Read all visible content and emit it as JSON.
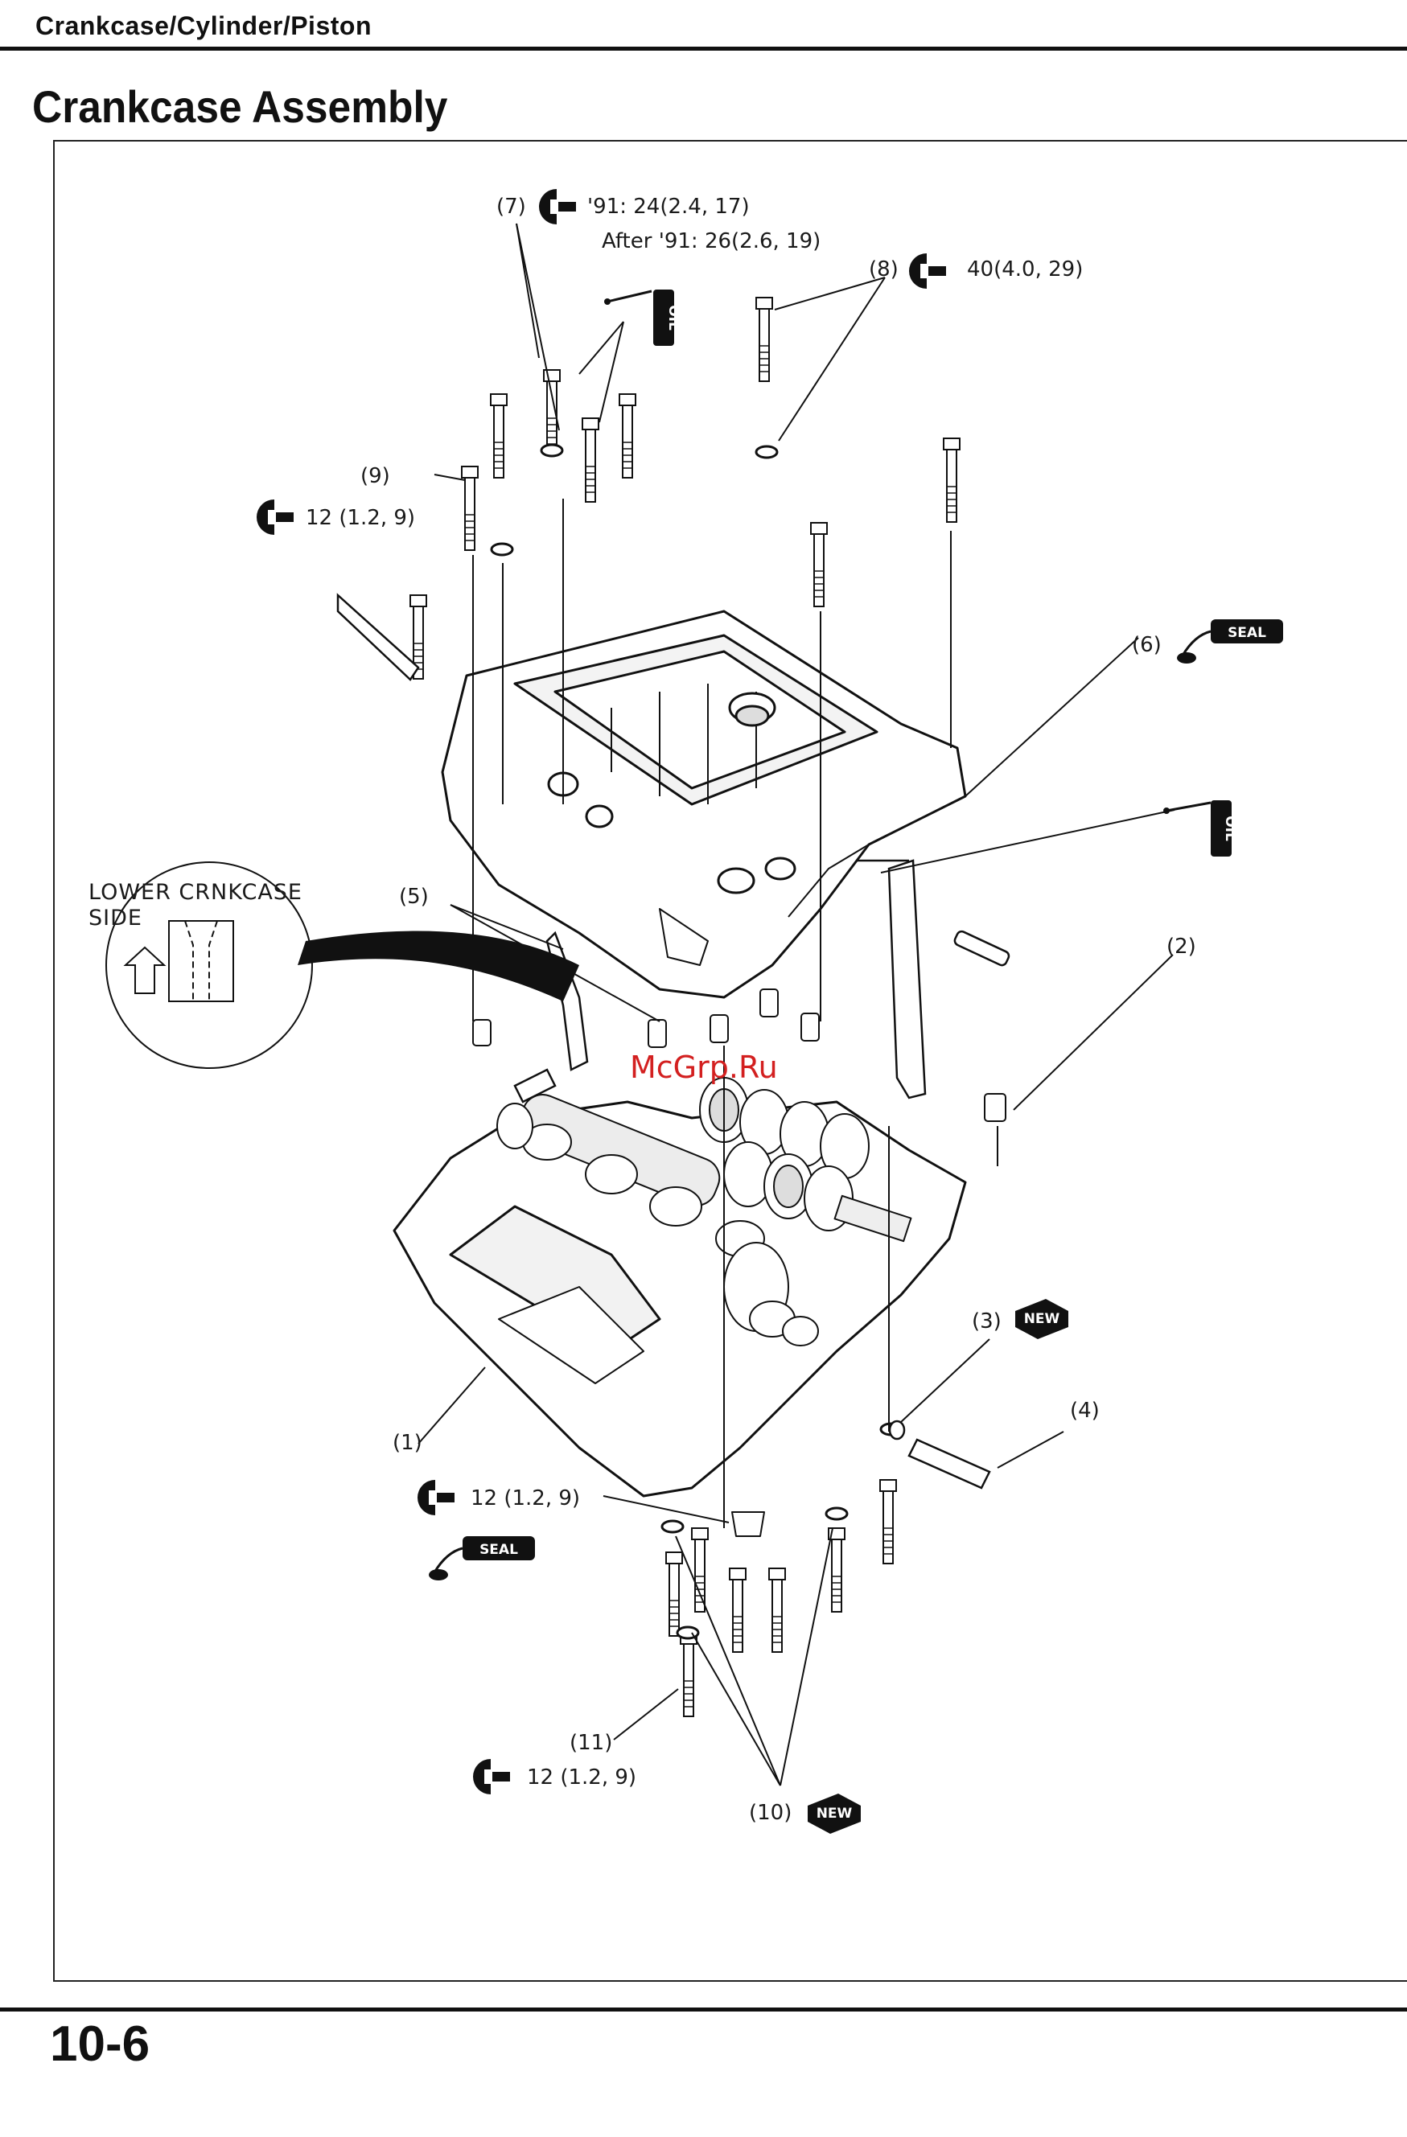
{
  "header": {
    "section": "Crankcase/Cylinder/Piston"
  },
  "title": "Crankcase Assembly",
  "page_number": "10-6",
  "watermark": "McGrp.Ru",
  "inset": {
    "line1": "LOWER CRNKCASE",
    "line2": "SIDE"
  },
  "callouts": {
    "c1": "(1)",
    "c2": "(2)",
    "c3": "(3)",
    "c4": "(4)",
    "c5": "(5)",
    "c6": "(6)",
    "c7": "(7)",
    "c8": "(8)",
    "c9": "(9)",
    "c10": "(10)",
    "c11": "(11)"
  },
  "torque": {
    "c7_line1": "'91:  24(2.4, 17)",
    "c7_line2": "After '91:  26(2.6, 19)",
    "c8": "40(4.0, 29)",
    "c9": "12 (1.2, 9)",
    "oil_pan": "12 (1.2, 9)",
    "c11": "12 (1.2, 9)"
  },
  "symbols": {
    "oil": "OIL",
    "seal": "SEAL",
    "new": "NEW"
  },
  "colors": {
    "ink": "#111111",
    "watermark": "#d32020",
    "paper": "#ffffff"
  }
}
